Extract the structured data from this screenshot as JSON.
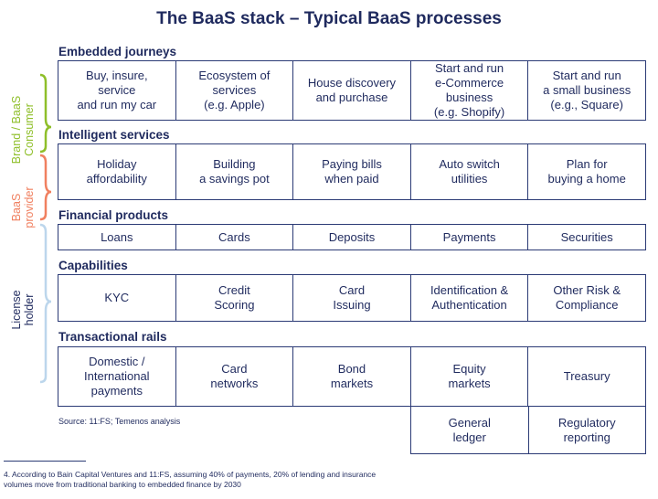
{
  "title": "The BaaS stack – Typical BaaS processes",
  "brace_labels": {
    "consumer": "Brand / BaaS\nConsumer",
    "provider": "BaaS\nprovider",
    "license": "License\nholder"
  },
  "colors": {
    "consumer": "#8fbf2a",
    "provider": "#f08060",
    "license": "#bcd6ec",
    "text": "#1f2a5e"
  },
  "sections": {
    "embedded": {
      "title": "Embedded journeys",
      "cells": [
        "Buy, insure,\nservice\nand run my car",
        "Ecosystem of\nservices\n(e.g. Apple)",
        "House discovery\nand purchase",
        "Start and run\ne-Commerce\nbusiness\n(e.g. Shopify)",
        "Start and run\na small business\n(e.g., Square)"
      ]
    },
    "intelligent": {
      "title": "Intelligent services",
      "cells": [
        "Holiday\naffordability",
        "Building\na savings pot",
        "Paying bills\nwhen paid",
        "Auto switch\nutilities",
        "Plan for\nbuying a home"
      ]
    },
    "financial": {
      "title": "Financial products",
      "cells": [
        "Loans",
        "Cards",
        "Deposits",
        "Payments",
        "Securities"
      ]
    },
    "capabilities": {
      "title": "Capabilities",
      "cells": [
        "KYC",
        "Credit\nScoring",
        "Card\nIssuing",
        "Identification &\nAuthentication",
        "Other Risk &\nCompliance"
      ]
    },
    "rails": {
      "title": "Transactional rails",
      "cells": [
        "Domestic /\nInternational\npayments",
        "Card\nnetworks",
        "Bond\nmarkets",
        "Equity\nmarkets",
        "Treasury"
      ],
      "extra_cells": [
        "General\nledger",
        "Regulatory\nreporting"
      ]
    }
  },
  "source": "Source: 11:FS; Temenos analysis",
  "footnote": "4. According to Bain Capital Ventures and 11:FS, assuming 40% of payments, 20% of lending and insurance volumes move from traditional banking to embedded finance by 2030"
}
